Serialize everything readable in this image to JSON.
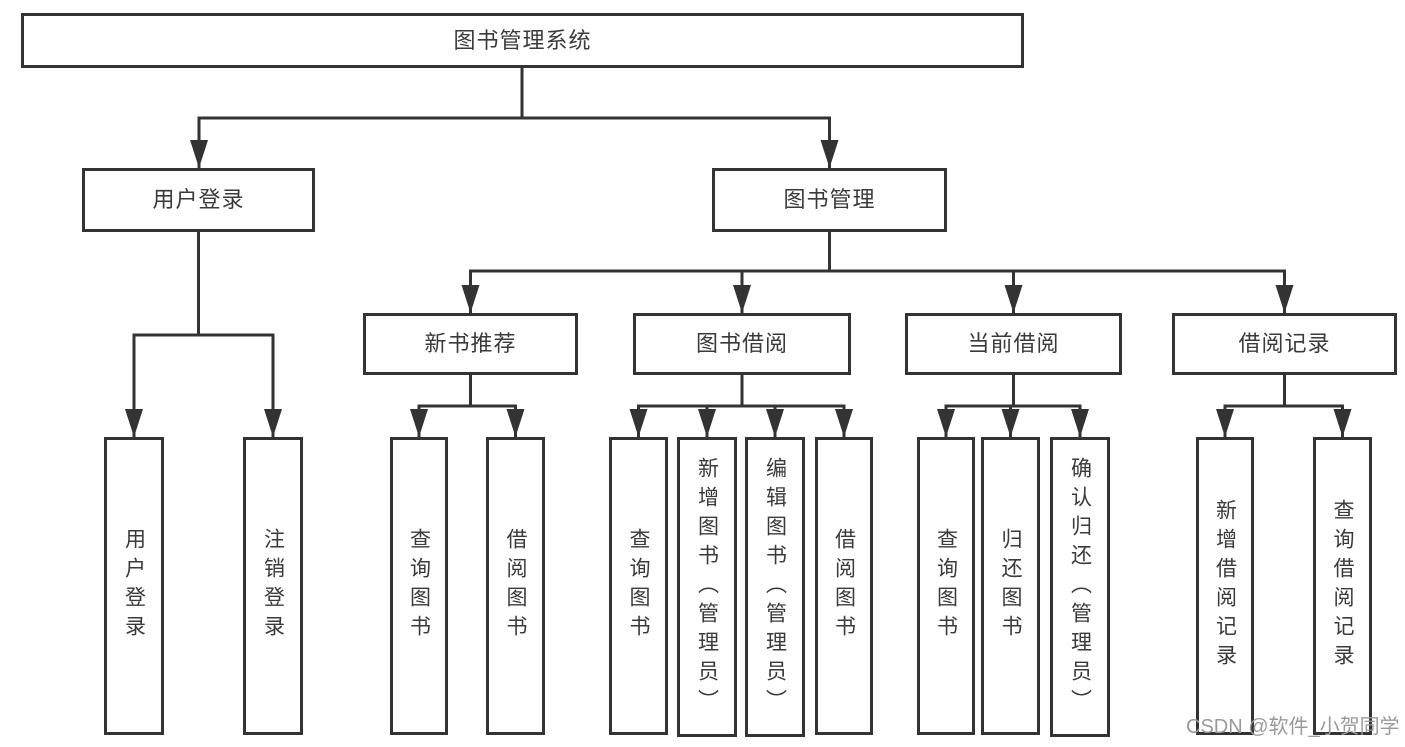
{
  "diagram": {
    "title": "图书管理系统",
    "colors": {
      "line": "#333333",
      "text": "#3a3a3a",
      "background": "#ffffff",
      "watermark_gray": "#9a9a9a"
    },
    "nodes": {
      "root": "图书管理系统",
      "login": "用户登录",
      "mgmt": "图书管理",
      "rec": "新书推荐",
      "borrow": "图书借阅",
      "current": "当前借阅",
      "records": "借阅记录",
      "leaves": {
        "login1": "用户登录",
        "login2": "注销登录",
        "rec1": "查询图书",
        "rec2": "借阅图书",
        "borrow1": "查询图书",
        "borrow2": "新增图书（管理员）",
        "borrow3": "编辑图书（管理员）",
        "borrow4": "借阅图书",
        "current1": "查询图书",
        "current2": "归还图书",
        "current3": "确认归还（管理员）",
        "records1": "新增借阅记录",
        "records2": "查询借阅记录"
      }
    },
    "watermark": "CSDN @软件_小贺同学"
  }
}
